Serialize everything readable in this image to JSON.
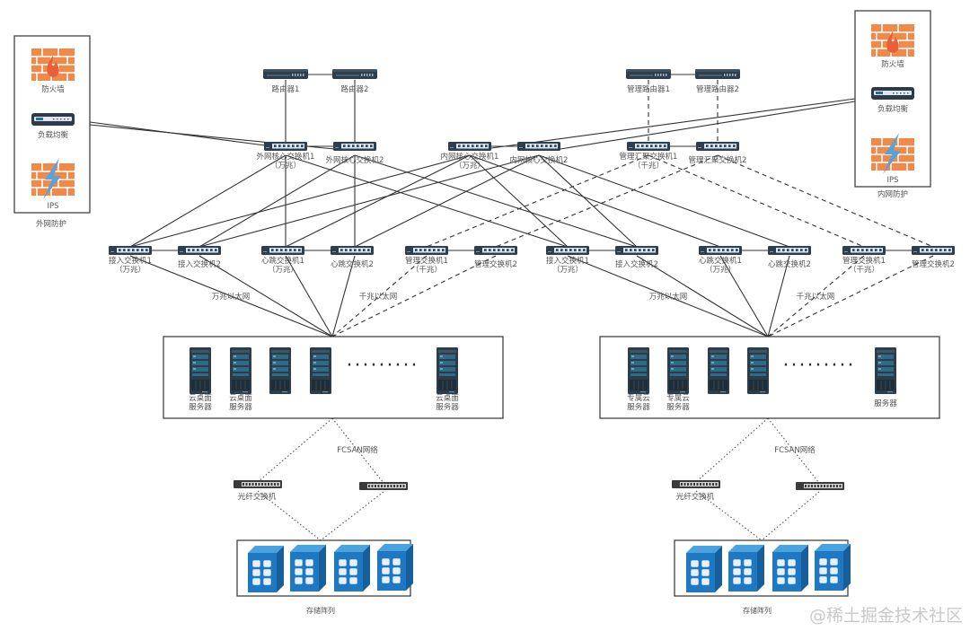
{
  "title": "云平台网络拓扑图",
  "colors": {
    "line": "#333333",
    "switch_body": "#2e3e4c",
    "switch_port": "#d8e6f2",
    "firewall_brick": "#f08a4b",
    "flame": "#e8603a",
    "ips_bolt": "#5aa3d6",
    "server_body": "#2b3d4a",
    "server_panel": "#2f6a86",
    "storage_blue": "#1e78c2",
    "fc_switch": "#3a3a3a"
  },
  "protection": {
    "external": {
      "label": "外网防护",
      "items": [
        {
          "icon": "firewall-icon",
          "label": "防火墙"
        },
        {
          "icon": "load-balancer-icon",
          "label": "负载均衡"
        },
        {
          "icon": "ips-icon",
          "label": "IPS"
        }
      ]
    },
    "internal": {
      "label": "内网防护",
      "items": [
        {
          "icon": "firewall-icon",
          "label": "防火墙"
        },
        {
          "icon": "load-balancer-icon",
          "label": "负载均衡"
        },
        {
          "icon": "ips-icon",
          "label": "IPS"
        }
      ]
    }
  },
  "routers": [
    {
      "label": "路由器1"
    },
    {
      "label": "路由器2"
    },
    {
      "label": "管理路由器1"
    },
    {
      "label": "管理路由器2"
    }
  ],
  "core_switches": [
    {
      "label": "外网核心交换机1",
      "sub": "（万兆）"
    },
    {
      "label": "外网核心交换机2",
      "sub": ""
    },
    {
      "label": "内网核心交换机1",
      "sub": "（万兆）"
    },
    {
      "label": "内网核心交换机2",
      "sub": ""
    },
    {
      "label": "管理汇聚交换机1",
      "sub": "（千兆）"
    },
    {
      "label": "管理汇聚交换机2",
      "sub": ""
    }
  ],
  "access_switches": [
    {
      "label": "接入交换机1",
      "sub": "（万兆）"
    },
    {
      "label": "接入交换机2",
      "sub": ""
    },
    {
      "label": "心跳交换机1",
      "sub": "（万兆）"
    },
    {
      "label": "心跳交换机2",
      "sub": ""
    },
    {
      "label": "管理交换机1",
      "sub": "（千兆）"
    },
    {
      "label": "管理交换机2",
      "sub": ""
    },
    {
      "label": "接入交换机1",
      "sub": "（万兆）"
    },
    {
      "label": "接入交换机2",
      "sub": ""
    },
    {
      "label": "心跳交换机1",
      "sub": "（万兆）"
    },
    {
      "label": "心跳交换机2",
      "sub": ""
    },
    {
      "label": "管理交换机1",
      "sub": "（千兆）"
    },
    {
      "label": "管理交换机2",
      "sub": ""
    }
  ],
  "network_labels": {
    "left_10g": "万兆以太网",
    "left_1g": "千兆以太网",
    "right_10g": "万兆以太网",
    "right_1g": "千兆以太网",
    "left_fcsan": "FCSAN网络",
    "right_fcsan": "FCSAN网络"
  },
  "server_groups": {
    "left": {
      "ellipsis": "·········",
      "servers": [
        {
          "line1": "云桌面",
          "line2": "服务器"
        },
        {
          "line1": "云桌面",
          "line2": "服务器"
        },
        {
          "line1": "",
          "line2": ""
        },
        {
          "line1": "",
          "line2": ""
        },
        {
          "line1": "云桌面",
          "line2": "服务器"
        }
      ]
    },
    "right": {
      "ellipsis": "·········",
      "servers": [
        {
          "line1": "专属云",
          "line2": "服务器"
        },
        {
          "line1": "专属云",
          "line2": "服务器"
        },
        {
          "line1": "",
          "line2": ""
        },
        {
          "line1": "",
          "line2": ""
        },
        {
          "line1": "",
          "line2": "服务器"
        }
      ]
    }
  },
  "fc_switch_label": "光纤交换机",
  "storage_label": "存储阵列",
  "watermark": "@稀土掘金技术社区"
}
